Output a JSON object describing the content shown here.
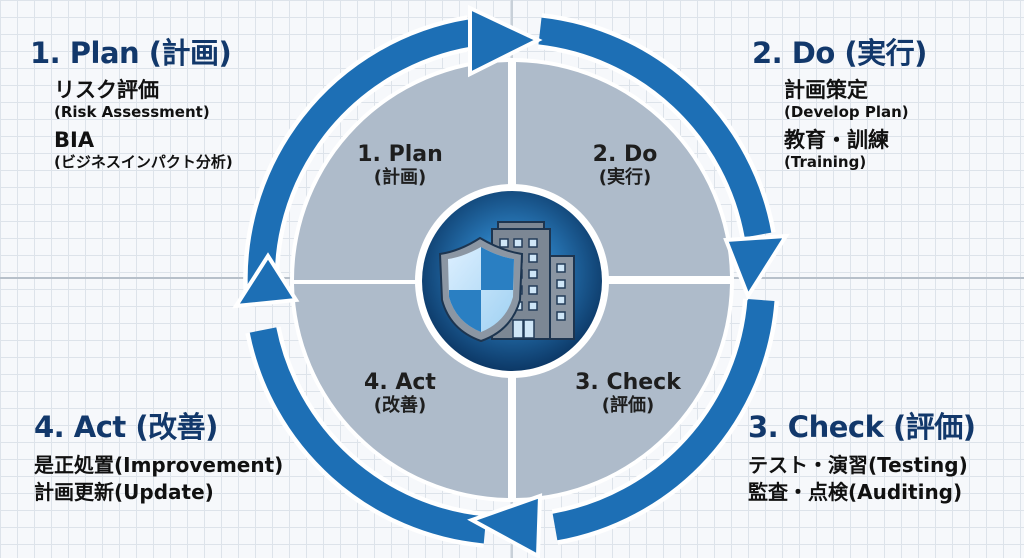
{
  "colors": {
    "ring_blue": "#1d6fb5",
    "title_navy": "#12386b",
    "quadrant_gray": "#aebbca",
    "center_dark": "#0f3f70",
    "center_glow": "#3aa0e0"
  },
  "center_icon": "shield-building-icon",
  "quadrants": [
    {
      "id": "plan",
      "title": "1. Plan",
      "sub": "(計画)"
    },
    {
      "id": "do",
      "title": "2. Do",
      "sub": "(実行)"
    },
    {
      "id": "check",
      "title": "3. Check",
      "sub": "(評価)"
    },
    {
      "id": "act",
      "title": "4. Act",
      "sub": "(改善)"
    }
  ],
  "corners": {
    "plan": {
      "title": "1. Plan (計画)",
      "items": [
        {
          "jp": "リスク評価",
          "en": "(Risk Assessment)"
        },
        {
          "jp": "BIA",
          "en": "(ビジネスインパクト分析)"
        }
      ]
    },
    "do": {
      "title": "2. Do (実行)",
      "items": [
        {
          "jp": "計画策定",
          "en": "(Develop Plan)"
        },
        {
          "jp": "教育・訓練",
          "en": "(Training)"
        }
      ]
    },
    "check": {
      "title": "3. Check (評価)",
      "lines": [
        "テスト・演習(Testing)",
        "監査・点検(Auditing)"
      ]
    },
    "act": {
      "title": "4. Act (改善)",
      "lines": [
        "是正処置(Improvement)",
        "計画更新(Update)"
      ]
    }
  }
}
